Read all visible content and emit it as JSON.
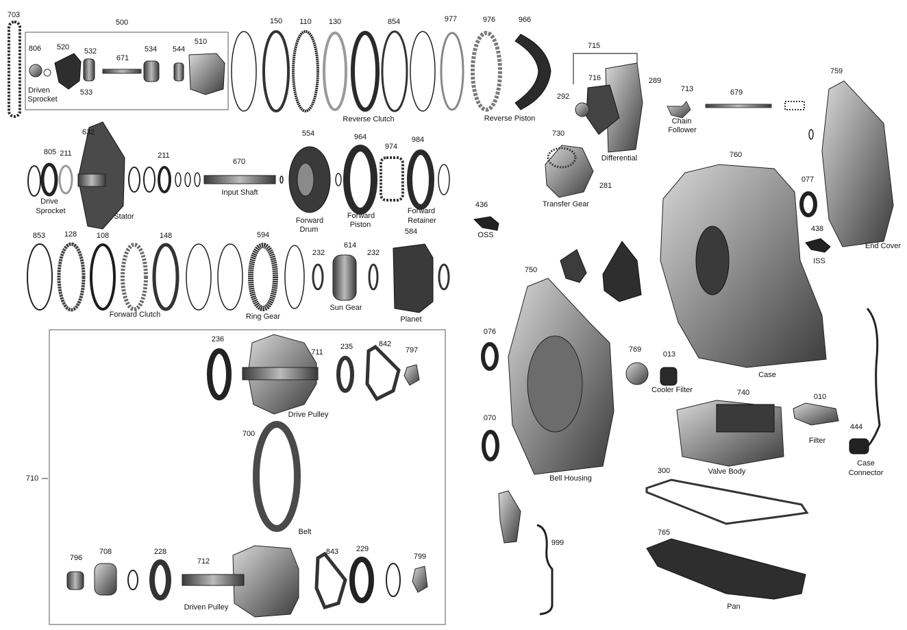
{
  "colors": {
    "part_dark": "#2b2b2b",
    "part_mid": "#6e6e6e",
    "part_light": "#b5b5b5",
    "line": "#444444"
  },
  "parts": {
    "p703": "703",
    "p500": "500",
    "p806": "806",
    "p520": "520",
    "p532": "532",
    "p671": "671",
    "p534": "534",
    "p544": "544",
    "p510": "510",
    "p533": "533",
    "p150": "150",
    "p110": "110",
    "p130": "130",
    "p854": "854",
    "p977": "977",
    "p976": "976",
    "p966": "966",
    "p715": "715",
    "p716": "716",
    "p289": "289",
    "p292": "292",
    "p713": "713",
    "p679": "679",
    "p759": "759",
    "p632": "632",
    "p805": "805",
    "p211a": "211",
    "p211b": "211",
    "p670": "670",
    "p554": "554",
    "p964": "964",
    "p974": "974",
    "p984": "984",
    "p730": "730",
    "p281": "281",
    "p436": "436",
    "p760": "760",
    "p077": "077",
    "p438": "438",
    "p853": "853",
    "p128": "128",
    "p108": "108",
    "p148": "148",
    "p594": "594",
    "p232a": "232",
    "p614": "614",
    "p232b": "232",
    "p584": "584",
    "p750": "750",
    "p076": "076",
    "p769": "769",
    "p013": "013",
    "p236": "236",
    "p711": "711",
    "p235": "235",
    "p842": "842",
    "p797": "797",
    "p710": "710",
    "p700": "700",
    "p070": "070",
    "p740": "740",
    "p010": "010",
    "p444": "444",
    "p300": "300",
    "p765": "765",
    "p999": "999",
    "p796": "796",
    "p708": "708",
    "p228": "228",
    "p712": "712",
    "p843": "843",
    "p229": "229",
    "p799": "799"
  },
  "names": {
    "driven_sprocket_1": "Driven",
    "driven_sprocket_2": "Sprocket",
    "reverse_clutch": "Reverse Clutch",
    "reverse_piston": "Reverse Piston",
    "differential": "Differential",
    "chain_follower_1": "Chain",
    "chain_follower_2": "Follower",
    "drive_sprocket_1": "Drive",
    "drive_sprocket_2": "Sprocket",
    "stator": "Stator",
    "input_shaft": "Input Shaft",
    "forward_drum_1": "Forward",
    "forward_drum_2": "Drum",
    "forward_piston_1": "Forward",
    "forward_piston_2": "Piston",
    "forward_retainer_1": "Forward",
    "forward_retainer_2": "Retainer",
    "transfer_gear": "Transfer Gear",
    "oss": "OSS",
    "iss": "ISS",
    "end_cover": "End Cover",
    "forward_clutch": "Forward Clutch",
    "ring_gear": "Ring Gear",
    "sun_gear": "Sun Gear",
    "planet": "Planet",
    "case": "Case",
    "bell_housing": "Bell Housing",
    "cooler_filter": "Cooler Filter",
    "drive_pulley": "Drive Pulley",
    "belt": "Belt",
    "valve_body": "Valve Body",
    "filter": "Filter",
    "case_connector_1": "Case",
    "case_connector_2": "Connector",
    "pan": "Pan",
    "driven_pulley": "Driven Pulley"
  }
}
